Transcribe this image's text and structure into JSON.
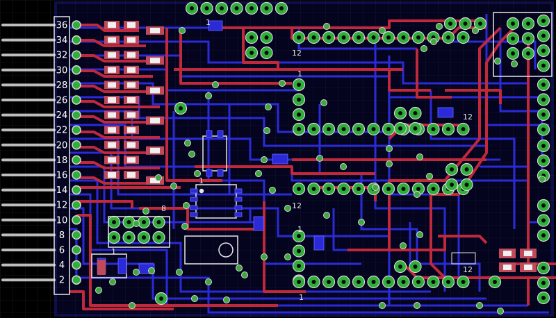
{
  "colors": {
    "background": "#000000",
    "grid": "#2a2a2a",
    "copper_top": "#c0283c",
    "copper_bottom": "#2a2ad8",
    "pad": "#2fae3a",
    "pad_ring": "#d8d8d8",
    "via": "#3fa83f",
    "silkscreen": "#e6e6e6",
    "pin": "#bdbdbd",
    "smd_pad": "#c04a5a",
    "smd_body": "#f0f0f0"
  },
  "connector": {
    "pin_labels": [
      "36",
      "34",
      "32",
      "30",
      "28",
      "26",
      "24",
      "22",
      "20",
      "18",
      "16",
      "14",
      "12",
      "10",
      "8",
      "6",
      "4",
      "2"
    ]
  },
  "silk_labels": [
    {
      "id": "hdr-top-1",
      "text": "1"
    },
    {
      "id": "hdr-a-12",
      "text": "12"
    },
    {
      "id": "hdr-b-1",
      "text": "1"
    },
    {
      "id": "hdr-b-12",
      "text": "12"
    },
    {
      "id": "hdr-c-12",
      "text": "12"
    },
    {
      "id": "hdr-d-1",
      "text": "1"
    },
    {
      "id": "hdr-d-1b",
      "text": "1"
    },
    {
      "id": "hdr-e-12",
      "text": "12"
    },
    {
      "id": "small-8",
      "text": "8"
    },
    {
      "id": "small-1",
      "text": "1"
    },
    {
      "id": "ic-1",
      "text": "1"
    }
  ]
}
